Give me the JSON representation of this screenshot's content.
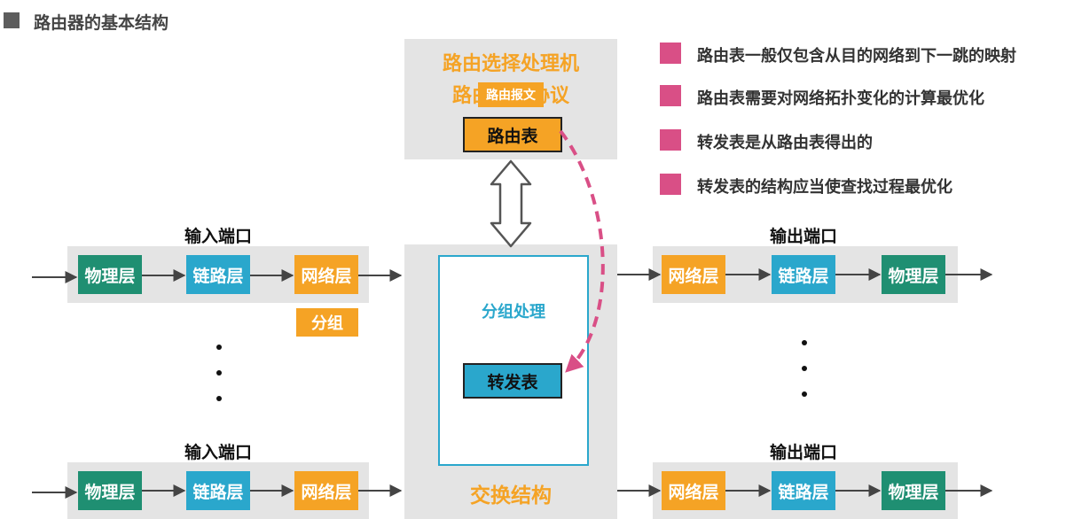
{
  "title": "路由器的基本结构",
  "processor": {
    "title": "路由选择处理机",
    "protocol": "路由选择协议",
    "routing_msg": "路由报文",
    "routing_table": "路由表"
  },
  "switch_fabric": {
    "label": "交换结构",
    "packet_processing": "分组处理",
    "forwarding_table": "转发表"
  },
  "input_port": {
    "label": "输入端口",
    "layers": [
      "物理层",
      "链路层",
      "网络层"
    ],
    "packet_label": "分组"
  },
  "output_port": {
    "label": "输出端口",
    "layers": [
      "网络层",
      "链路层",
      "物理层"
    ]
  },
  "bullets": [
    "路由表一般仅包含从目的网络到下一跳的映射",
    "路由表需要对网络拓扑变化的计算最优化",
    "转发表是从路由表得出的",
    "转发表的结构应当使查找过程最优化"
  ],
  "colors": {
    "physical": "#1f8f72",
    "link": "#2aa7cc",
    "network": "#f5a325",
    "bullet": "#d94f86",
    "dashed_arrow": "#d94f86"
  }
}
